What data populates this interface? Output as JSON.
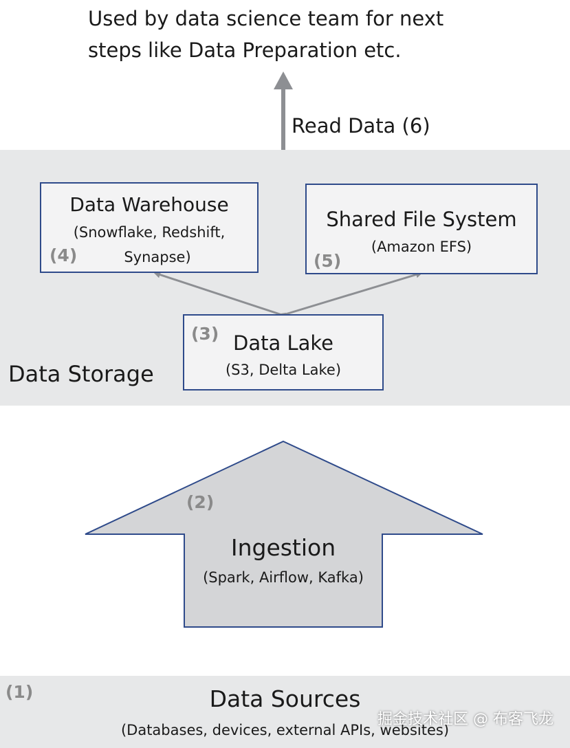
{
  "top_caption": {
    "line1": "Used by data science team for next",
    "line2": "steps like Data Preparation etc."
  },
  "read_data": {
    "label": "Read Data (6)"
  },
  "storage": {
    "label": "Data Storage"
  },
  "data_warehouse": {
    "title": "Data Warehouse",
    "sub1": "(Snowflake, Redshift,",
    "sub2": "Synapse)",
    "number": "(4)"
  },
  "shared_file_system": {
    "title": "Shared File System",
    "sub": "(Amazon EFS)",
    "number": "(5)"
  },
  "data_lake": {
    "title": "Data Lake",
    "sub": "(S3, Delta Lake)",
    "number": "(3)"
  },
  "ingestion": {
    "title": "Ingestion",
    "sub": "(Spark, Airflow, Kafka)",
    "number": "(2)"
  },
  "data_sources": {
    "title": "Data Sources",
    "sub": "(Databases, devices, external APIs, websites)",
    "number": "(1)"
  },
  "watermark": {
    "text": "掘金技术社区 @ 布客飞龙"
  },
  "colors": {
    "box_border": "#2e4a8a",
    "band": "#e7e8e9",
    "arrow": "#8d8f93",
    "ingestion_fill": "#d4d5d7",
    "number_text": "#8a8a8a"
  }
}
